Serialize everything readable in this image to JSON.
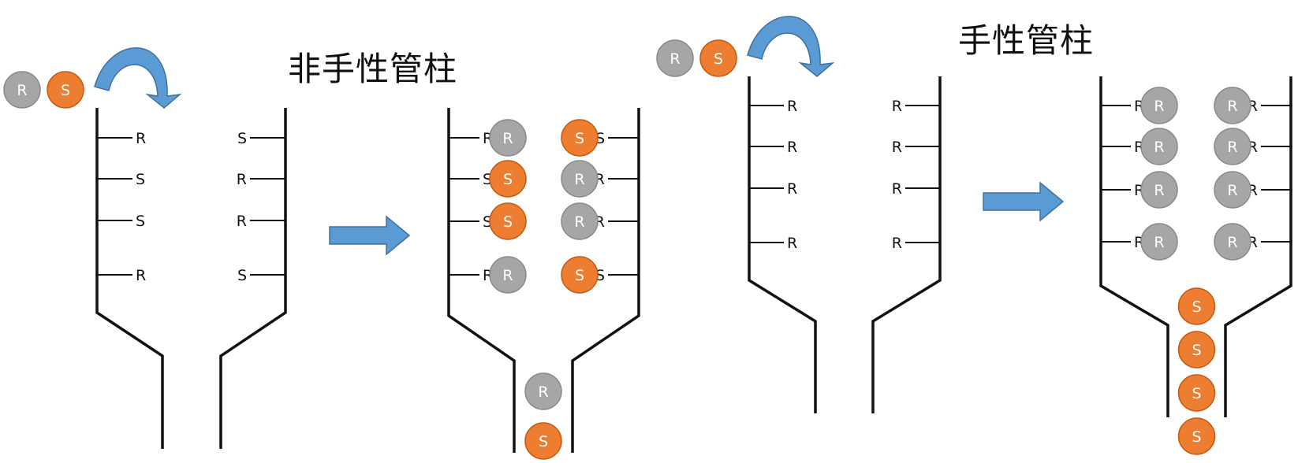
{
  "titles": {
    "achiral": "非手性管柱",
    "chiral": "手性管柱"
  },
  "colors": {
    "R": "#a6a6a6",
    "R_stroke": "#8a8a8a",
    "S": "#ed7d31",
    "S_stroke": "#c55a11",
    "arrow": "#5b9bd5",
    "arrow_dark": "#41719c"
  },
  "icons": {
    "rotate": "curved-arrow-icon",
    "next": "block-arrow-icon"
  },
  "panels": [
    {
      "id": "achiral-before",
      "group": "achiral",
      "left_wall_labels": [
        "R",
        "S",
        "S",
        "R"
      ],
      "right_wall_labels": [
        "S",
        "R",
        "R",
        "S"
      ],
      "bound_left": [],
      "bound_right": [],
      "eluted": [],
      "feed": [
        "R",
        "S"
      ]
    },
    {
      "id": "achiral-after",
      "group": "achiral",
      "left_wall_labels": [
        "R",
        "S",
        "S",
        "R"
      ],
      "right_wall_labels": [
        "S",
        "R",
        "R",
        "S"
      ],
      "bound_left": [
        "R",
        "S",
        "S",
        "R"
      ],
      "bound_right": [
        "S",
        "R",
        "R",
        "S"
      ],
      "eluted": [
        "R",
        "S"
      ],
      "feed": []
    },
    {
      "id": "chiral-before",
      "group": "chiral",
      "left_wall_labels": [
        "R",
        "R",
        "R",
        "R"
      ],
      "right_wall_labels": [
        "R",
        "R",
        "R",
        "R"
      ],
      "bound_left": [],
      "bound_right": [],
      "eluted": [],
      "feed": [
        "R",
        "S"
      ]
    },
    {
      "id": "chiral-after",
      "group": "chiral",
      "left_wall_labels": [
        "R",
        "R",
        "R",
        "R"
      ],
      "right_wall_labels": [
        "R",
        "R",
        "R",
        "R"
      ],
      "bound_left": [
        "R",
        "R",
        "R",
        "R"
      ],
      "bound_right": [
        "R",
        "R",
        "R",
        "R"
      ],
      "eluted": [
        "S",
        "S",
        "S",
        "S"
      ],
      "feed": []
    }
  ]
}
